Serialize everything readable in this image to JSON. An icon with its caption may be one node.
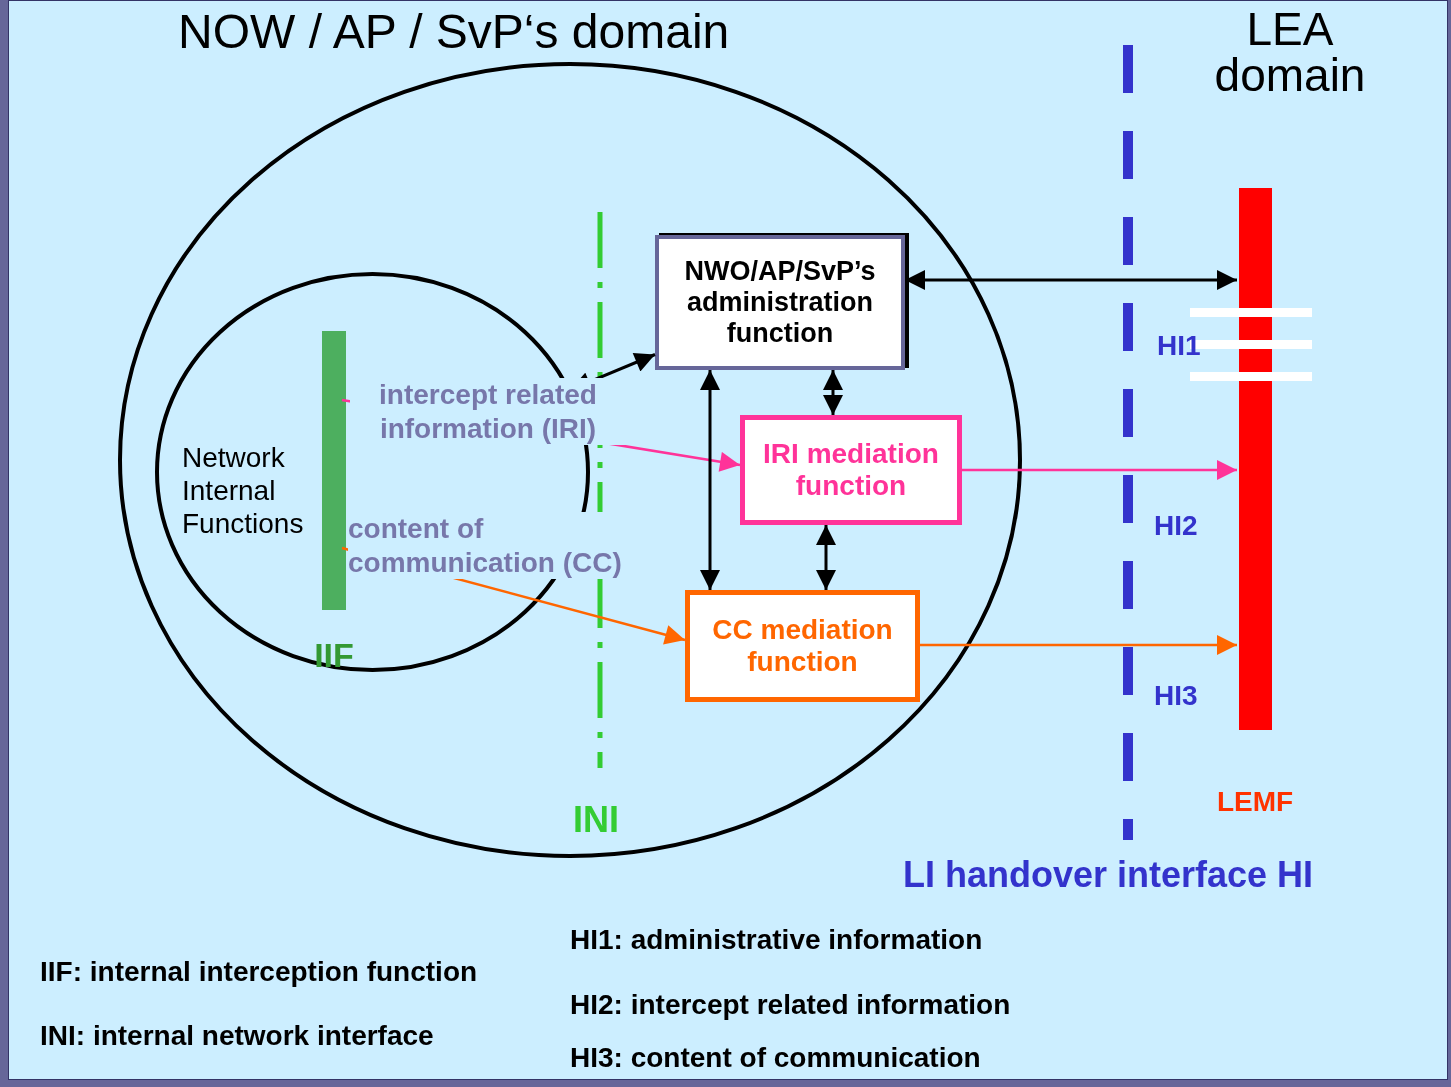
{
  "diagram": {
    "nodes": [
      {
        "text": [
          "NOW / AP / SvP‘s domain"
        ]
      },
      {
        "text": [
          "Network Internal Functions"
        ],
        "in": 0
      },
      {
        "text": [
          "IIF"
        ],
        "in": 1
      },
      {
        "text": [
          "NWO/AP/SvP’s administration function"
        ],
        "in": 0
      },
      {
        "text": [
          "IRI mediation function"
        ],
        "in": 0
      },
      {
        "text": [
          "CC mediation function"
        ],
        "in": 0
      },
      {
        "text": [
          "LEMF"
        ]
      }
    ],
    "edges": [
      {
        "from": 1,
        "to": 3,
        "arrow": "both"
      },
      {
        "from": 2,
        "to": 4,
        "arrow": "to",
        "label": "intercept related information (IRI)",
        "color": "#ff3399"
      },
      {
        "from": 2,
        "to": 5,
        "arrow": "to",
        "label": "content of communication (CC)",
        "color": "#ff6600"
      },
      {
        "from": 3,
        "to": 6,
        "arrow": "both"
      },
      {
        "from": 3,
        "to": 5,
        "arrow": "both"
      },
      {
        "from": 3,
        "to": 4,
        "arrow": "both"
      },
      {
        "from": 4,
        "to": 5,
        "arrow": "both"
      },
      {
        "from": 4,
        "to": 6,
        "arrow": "to",
        "color": "#ff3399"
      },
      {
        "from": 5,
        "to": 6,
        "arrow": "to",
        "color": "#ff6600"
      }
    ],
    "labels": [
      "LEA domain",
      "HI1",
      "HI2",
      "HI3",
      "INI",
      "LI handover interface HI",
      "HI1: administrative information",
      "IIF: internal interception function",
      "HI2: intercept related information",
      "INI: internal network interface",
      "HI3: content of communication"
    ]
  }
}
